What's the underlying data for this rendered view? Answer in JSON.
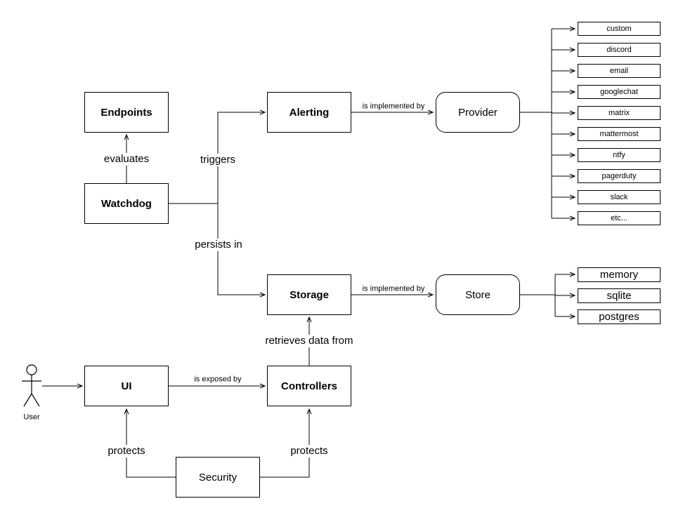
{
  "diagram": {
    "colors": {
      "stroke": "#000000",
      "node_fill": "#ffffff",
      "background": "#ffffff"
    },
    "nodes": {
      "endpoints": "Endpoints",
      "watchdog": "Watchdog",
      "alerting": "Alerting",
      "provider": "Provider",
      "storage": "Storage",
      "store": "Store",
      "ui": "UI",
      "controllers": "Controllers",
      "security": "Security"
    },
    "actor": {
      "label": "User"
    },
    "providers": [
      "custom",
      "discord",
      "email",
      "googlechat",
      "matrix",
      "mattermost",
      "ntfy",
      "pagerduty",
      "slack",
      "etc..."
    ],
    "stores": [
      "memory",
      "sqlite",
      "postgres"
    ],
    "edge_labels": {
      "evaluates": "evaluates",
      "triggers": "triggers",
      "persists_in": "persists in",
      "alerting_implemented_by": "is implemented by",
      "storage_implemented_by": "is implemented by",
      "retrieves_data_from": "retrieves data from",
      "is_exposed_by": "is exposed by",
      "protects_ui": "protects",
      "protects_controllers": "protects"
    }
  }
}
